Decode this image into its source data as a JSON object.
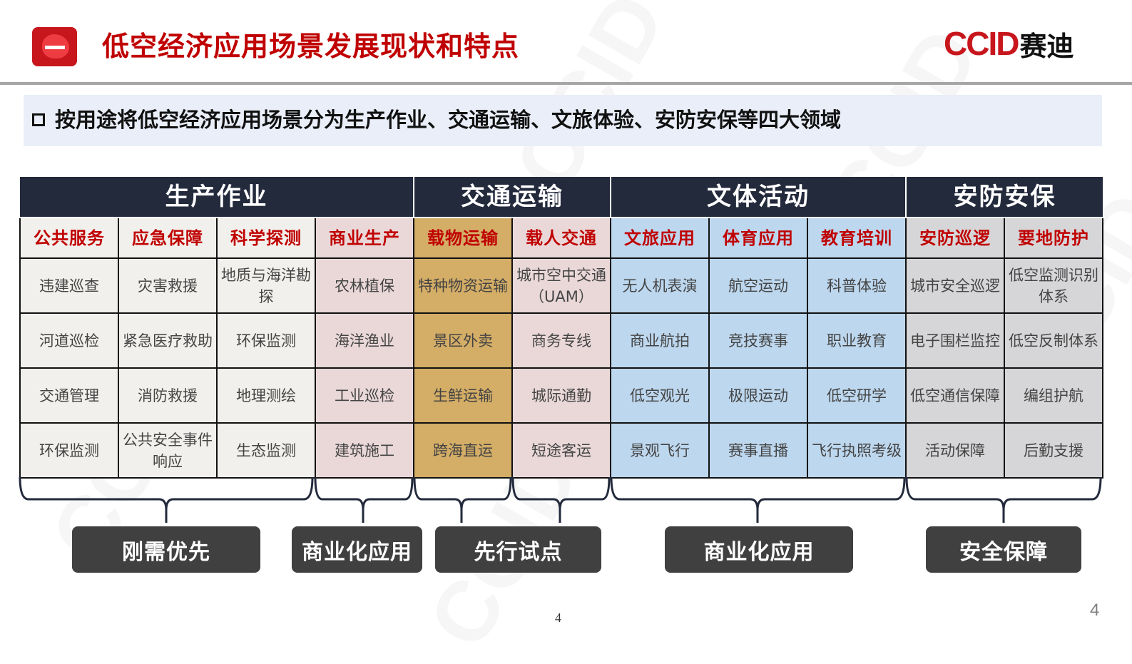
{
  "header": {
    "section_icon": "flame-dash-icon",
    "title": "低空经济应用场景发展现状和特点",
    "logo_latin": "CCID",
    "logo_cn": "赛迪",
    "watermark": "CCID"
  },
  "subtitle": {
    "bullet_icon": "square-bullet-icon",
    "text": "按用途将低空经济应用场景分为生产作业、交通运输、文旅体验、安防安保等四大领域"
  },
  "table": {
    "categories": [
      {
        "label": "生产作业",
        "span": 4
      },
      {
        "label": "交通运输",
        "span": 2
      },
      {
        "label": "文体活动",
        "span": 3
      },
      {
        "label": "安防安保",
        "span": 2
      }
    ],
    "subcategories": [
      {
        "label": "公共服务",
        "color": "#f2f0ec"
      },
      {
        "label": "应急保障",
        "color": "#f2f0ec"
      },
      {
        "label": "科学探测",
        "color": "#f2f0ec"
      },
      {
        "label": "商业生产",
        "color": "#ead8d9"
      },
      {
        "label": "载物运输",
        "color": "#d4ad66"
      },
      {
        "label": "载人交通",
        "color": "#ead8d9"
      },
      {
        "label": "文旅应用",
        "color": "#bdd7ee"
      },
      {
        "label": "体育应用",
        "color": "#bdd7ee"
      },
      {
        "label": "教育培训",
        "color": "#bdd7ee"
      },
      {
        "label": "安防巡逻",
        "color": "#d6d6d8"
      },
      {
        "label": "要地防护",
        "color": "#d6d6d8"
      }
    ],
    "rows": [
      [
        "违建巡查",
        "灾害救援",
        "地质与海洋勘探",
        "农林植保",
        "特种物资运输",
        "城市空中交通（UAM）",
        "无人机表演",
        "航空运动",
        "科普体验",
        "城市安全巡逻",
        "低空监测识别体系"
      ],
      [
        "河道巡检",
        "紧急医疗救助",
        "环保监测",
        "海洋渔业",
        "景区外卖",
        "商务专线",
        "商业航拍",
        "竞技赛事",
        "职业教育",
        "电子围栏监控",
        "低空反制体系"
      ],
      [
        "交通管理",
        "消防救援",
        "地理测绘",
        "工业巡检",
        "生鲜运输",
        "城际通勤",
        "低空观光",
        "极限运动",
        "低空研学",
        "低空通信保障",
        "编组护航"
      ],
      [
        "环保监测",
        "公共安全事件响应",
        "生态监测",
        "建筑施工",
        "跨海直运",
        "短途客运",
        "景观飞行",
        "赛事直播",
        "飞行执照考级",
        "活动保障",
        "后勤支援"
      ]
    ]
  },
  "groups": [
    {
      "label": "刚需优先",
      "covers": "公共服务/应急保障/科学探测"
    },
    {
      "label": "商业化应用",
      "covers": "商业生产"
    },
    {
      "label": "先行试点",
      "covers": "载物运输/载人交通"
    },
    {
      "label": "商业化应用",
      "covers": "文旅应用/体育应用/教育培训"
    },
    {
      "label": "安全保障",
      "covers": "安防巡逻/要地防护"
    }
  ],
  "colors": {
    "title_red": "#c00000",
    "header_navy": "#232a3c",
    "tag_gray": "#404040",
    "band_blue": "#e9eef8"
  },
  "footer": {
    "page_center": "4",
    "page_right": "4"
  }
}
